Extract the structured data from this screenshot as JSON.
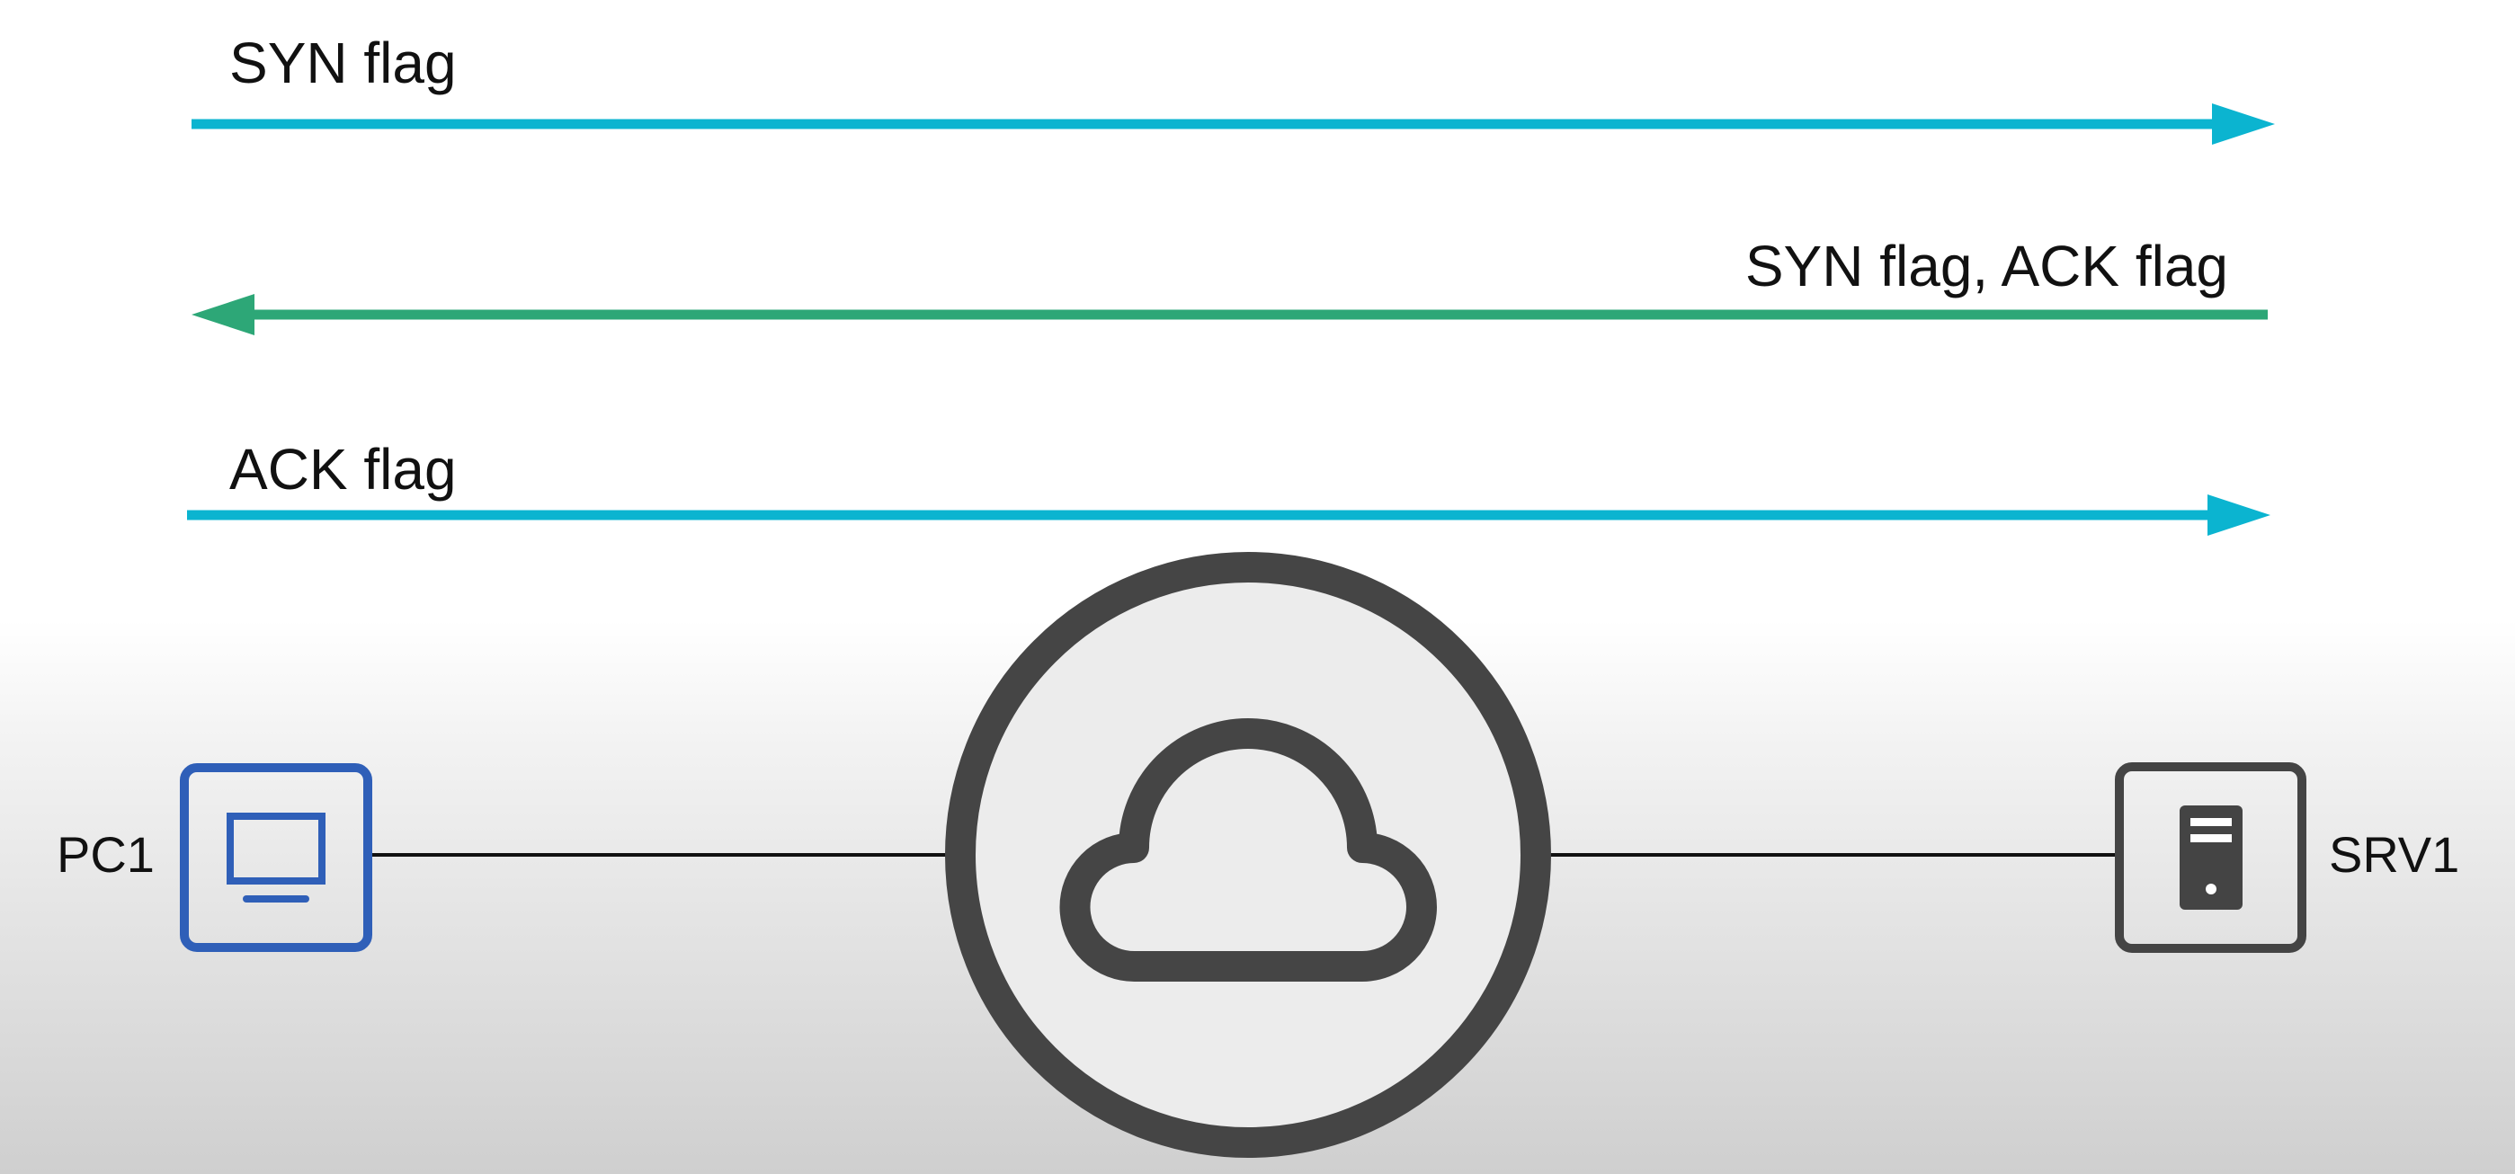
{
  "colors": {
    "syn_arrow": "#0bb4d0",
    "synack_arrow": "#2da777",
    "ack_arrow": "#0bb4d0",
    "pc_icon": "#2f5fb8",
    "server_icon": "#444444",
    "cloud_icon": "#454545",
    "link_line": "#111111"
  },
  "messages": [
    {
      "label": "SYN flag",
      "direction": "PC1 to SRV1"
    },
    {
      "label": "SYN flag, ACK flag",
      "direction": "SRV1 to PC1"
    },
    {
      "label": "ACK flag",
      "direction": "PC1 to SRV1"
    }
  ],
  "nodes": {
    "client": {
      "label": "PC1",
      "icon": "computer-icon"
    },
    "network": {
      "icon": "cloud-icon"
    },
    "server": {
      "label": "SRV1",
      "icon": "server-icon"
    }
  }
}
